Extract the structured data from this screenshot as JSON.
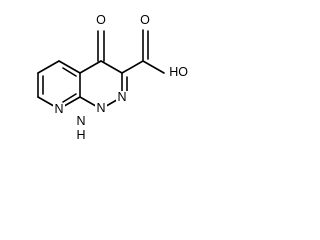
{
  "molecule": {
    "atoms": {
      "oxo_oxygen": "O",
      "carboxyl_oxygen": "O",
      "hydroxyl": "HO",
      "ring_nitrogen_a": "N",
      "ring_nitrogen_b": "N",
      "pyridine_nitrogen": "N",
      "nh_nitrogen": "N",
      "nh_hydrogen": "H"
    }
  }
}
